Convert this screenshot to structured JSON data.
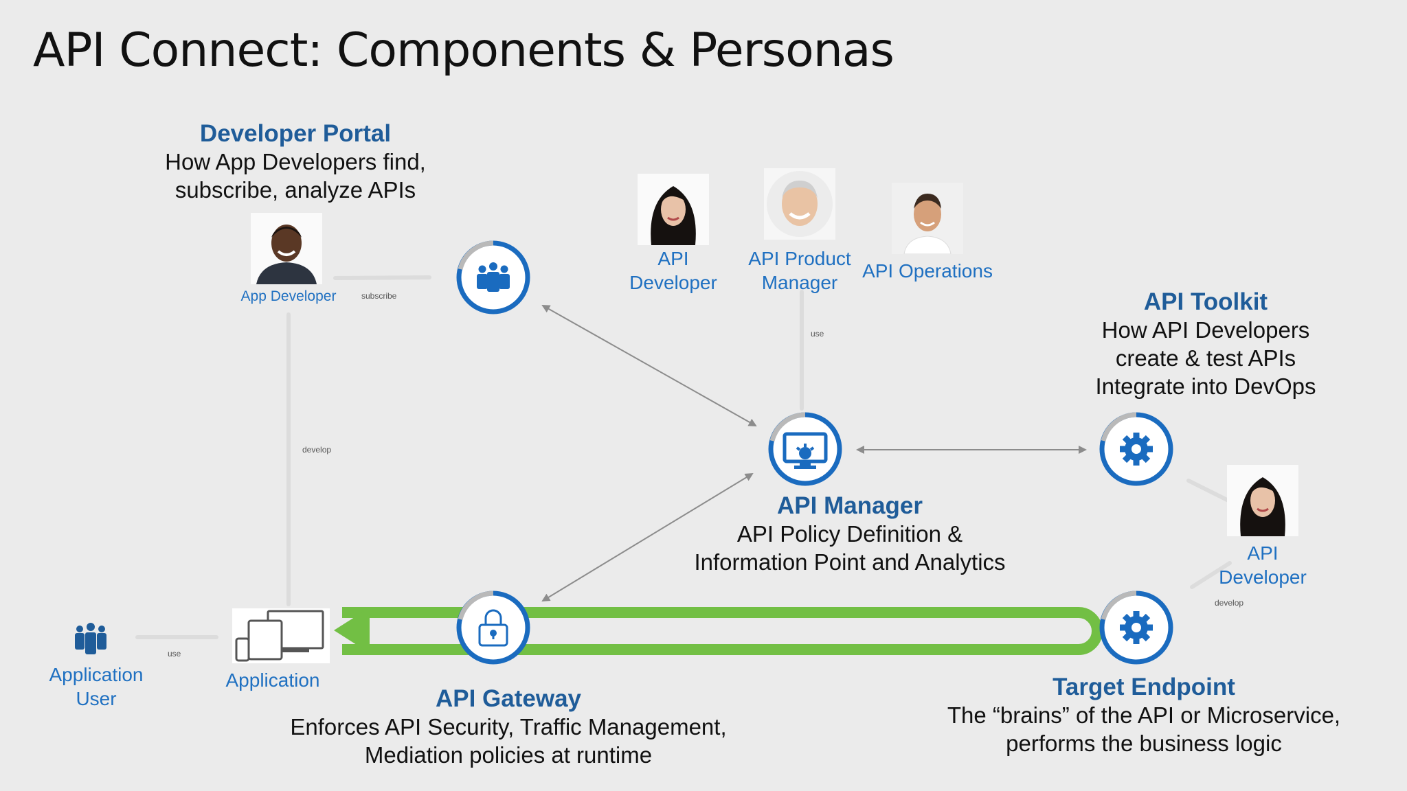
{
  "title": "API Connect: Components & Personas",
  "developer_portal": {
    "heading": "Developer Portal",
    "line1": "How App Developers find,",
    "line2": "subscribe, analyze APIs"
  },
  "api_toolkit": {
    "heading": "API Toolkit",
    "line1": "How API Developers",
    "line2": "create & test APIs",
    "line3": "Integrate into DevOps"
  },
  "api_manager": {
    "heading": "API Manager",
    "line1": "API Policy Definition &",
    "line2": "Information Point and Analytics"
  },
  "api_gateway": {
    "heading": "API Gateway",
    "line1": "Enforces API Security, Traffic Management,",
    "line2": "Mediation policies at runtime"
  },
  "target_endpoint": {
    "heading": "Target Endpoint",
    "line1": "The “brains” of the API or Microservice,",
    "line2": "performs the business logic"
  },
  "personas": {
    "app_developer": "App Developer",
    "api_developer_top": {
      "line1": "API",
      "line2": "Developer"
    },
    "api_product_manager": {
      "line1": "API Product",
      "line2": "Manager"
    },
    "api_operations": "API Operations",
    "api_developer_right": {
      "line1": "API",
      "line2": "Developer"
    },
    "application_user": {
      "line1": "Application",
      "line2": "User"
    },
    "application": "Application"
  },
  "edge_labels": {
    "subscribe": "subscribe",
    "develop_left": "develop",
    "use_top": "use",
    "develop_right": "develop",
    "use_bottom": "use"
  },
  "colors": {
    "heading_blue": "#1f5c99",
    "label_blue": "#1f70c1",
    "icon_blue": "#1a6bbf",
    "ring_grey": "#b9b9b9",
    "flow_green": "#72bf44",
    "background": "#ebebeb"
  },
  "icons": [
    "team-icon",
    "monitor-gear-icon",
    "gear-icon",
    "lock-icon",
    "devices-icon",
    "users-icon"
  ]
}
